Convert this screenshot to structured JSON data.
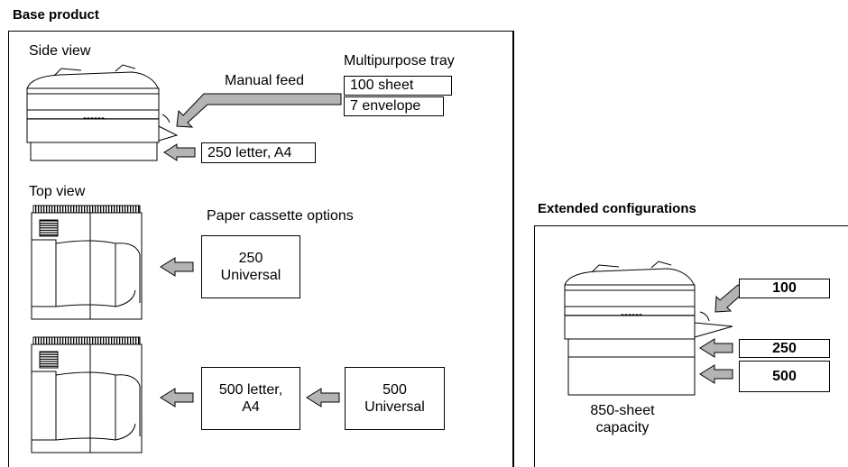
{
  "base": {
    "title": "Base product",
    "side_view_label": "Side view",
    "manual_feed_label": "Manual feed",
    "multipurpose_tray_label": "Multipurpose tray",
    "tray_100_sheet": "100 sheet",
    "tray_7_envelope": "7 envelope",
    "cassette_250_letter": "250 letter, A4",
    "top_view_label": "Top view",
    "cassette_options_label": "Paper cassette options",
    "option_250_line1": "250",
    "option_250_line2": "Universal",
    "option_500_letter_line1": "500 letter,",
    "option_500_letter_line2": "A4",
    "option_500_universal_line1": "500",
    "option_500_universal_line2": "Universal"
  },
  "extended": {
    "title": "Extended configurations",
    "tray_100": "100",
    "tray_250": "250",
    "tray_500": "500",
    "capacity_line1": "850-sheet",
    "capacity_line2": "capacity"
  },
  "colors": {
    "arrow_fill": "#b4b4b4",
    "stroke": "#000000"
  }
}
